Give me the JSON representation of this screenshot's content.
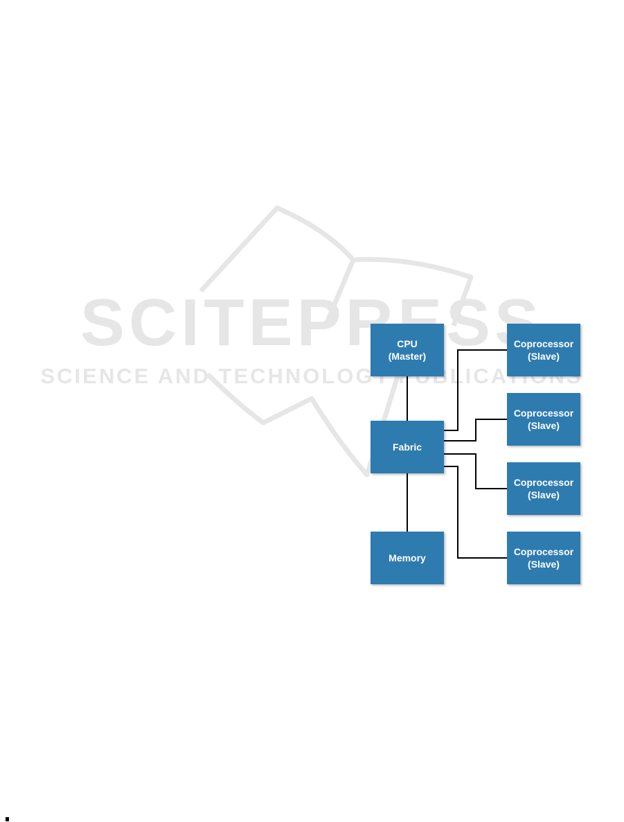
{
  "watermark": {
    "title": "SCITEPRESS",
    "subtitle": "SCIENCE AND TECHNOLOGY PUBLICATIONS",
    "color": "#e6e6e6"
  },
  "diagram": {
    "box_color": "#2e7bb0",
    "line_color": "#000000",
    "nodes": {
      "cpu": {
        "line1": "CPU",
        "line2": "(Master)"
      },
      "fabric": {
        "line1": "Fabric"
      },
      "memory": {
        "line1": "Memory"
      },
      "coprocessor_1": {
        "line1": "Coprocessor",
        "line2": "(Slave)"
      },
      "coprocessor_2": {
        "line1": "Coprocessor",
        "line2": "(Slave)"
      },
      "coprocessor_3": {
        "line1": "Coprocessor",
        "line2": "(Slave)"
      },
      "coprocessor_4": {
        "line1": "Coprocessor",
        "line2": "(Slave)"
      }
    },
    "edges": [
      {
        "from": "cpu",
        "to": "fabric"
      },
      {
        "from": "fabric",
        "to": "memory"
      },
      {
        "from": "fabric",
        "to": "coprocessor_1"
      },
      {
        "from": "fabric",
        "to": "coprocessor_2"
      },
      {
        "from": "fabric",
        "to": "coprocessor_3"
      },
      {
        "from": "fabric",
        "to": "coprocessor_4"
      }
    ]
  }
}
